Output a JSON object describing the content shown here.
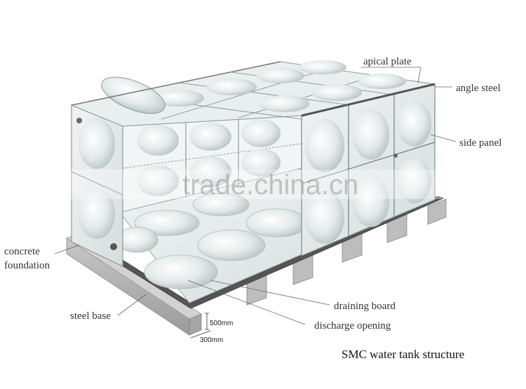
{
  "labels": {
    "apical_plate": "apical plate",
    "angle_steel": "angle steel",
    "side_panel": "side panel",
    "concrete_foundation_line1": "concrete",
    "concrete_foundation_line2": "foundation",
    "steel_base": "steel base",
    "draining_board": "draining board",
    "discharge_opening": "discharge opening"
  },
  "dimensions": {
    "height": "500mm",
    "width": "300mm"
  },
  "caption": "SMC water tank structure",
  "watermark": "trade.china.cn",
  "colors": {
    "panel": "#e6ebeb",
    "panel_edge": "#9aa8a8",
    "foundation": "#b3b3b3",
    "leader": "#666666"
  }
}
